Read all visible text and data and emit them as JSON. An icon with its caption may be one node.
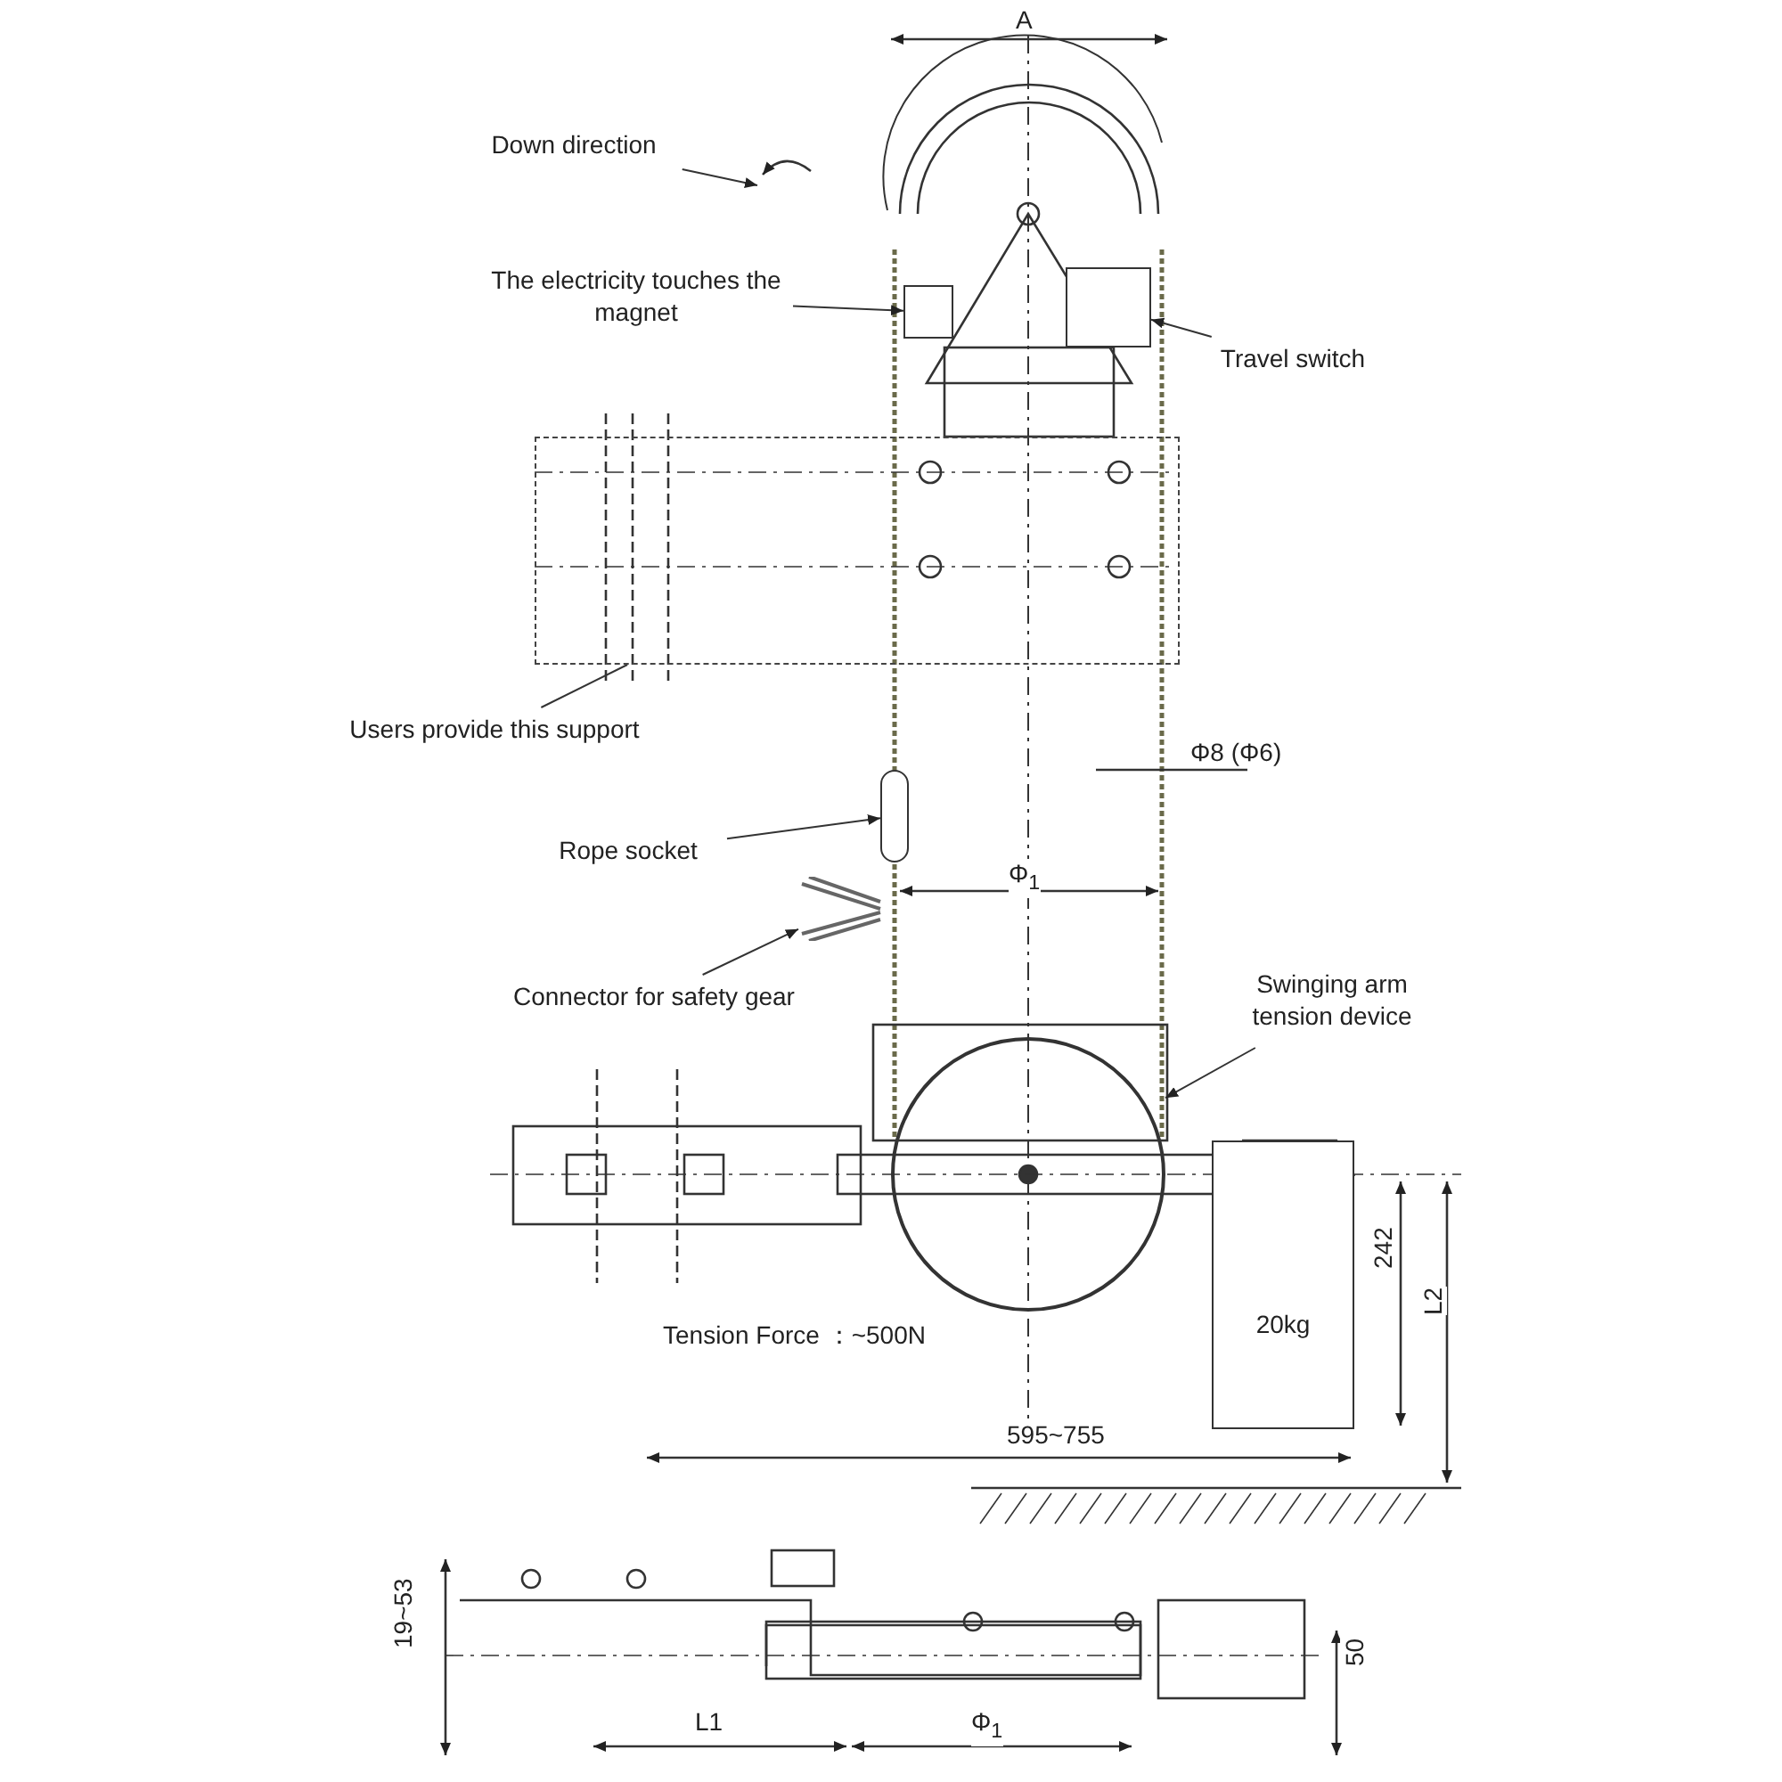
{
  "diagram": {
    "nodes": [
      {
        "text": [
          "Down direction"
        ]
      },
      {
        "text": [
          "The electricity touches the magnet"
        ]
      },
      {
        "text": [],
        "shape": "box"
      },
      {
        "text": [
          "Travel switch"
        ]
      },
      {
        "text": [],
        "shape": "box"
      },
      {
        "text": [
          "Users provide this support"
        ]
      },
      {
        "text": [],
        "shape": "box"
      },
      {
        "text": [
          "Rope socket"
        ]
      },
      {
        "text": [],
        "shape": "bar"
      },
      {
        "text": [
          "Connector for safety gear"
        ]
      },
      {
        "text": [],
        "shape": "picture"
      },
      {
        "text": [
          "Swinging arm tension device"
        ]
      },
      {
        "text": [],
        "shape": "circle"
      },
      {
        "text": [
          "20kg"
        ]
      }
    ],
    "edges": [
      {
        "from": 0,
        "to": null,
        "arrow": "to"
      },
      {
        "from": 1,
        "to": 2,
        "arrow": "to"
      },
      {
        "from": 3,
        "to": 4,
        "arrow": "to"
      },
      {
        "from": 5,
        "to": 6,
        "arrow": "none"
      },
      {
        "from": 7,
        "to": 8,
        "arrow": "to"
      },
      {
        "from": 9,
        "to": 10,
        "arrow": "to"
      },
      {
        "from": 11,
        "to": 12,
        "arrow": "to"
      }
    ],
    "labels": [
      "A",
      "Φ8 (Φ6)",
      "Φ$_{1}$",
      "Tension Force ：~500N",
      "242",
      "L2",
      "595~755",
      "19~53",
      "L1",
      "Φ$_{1}$",
      "50"
    ]
  }
}
